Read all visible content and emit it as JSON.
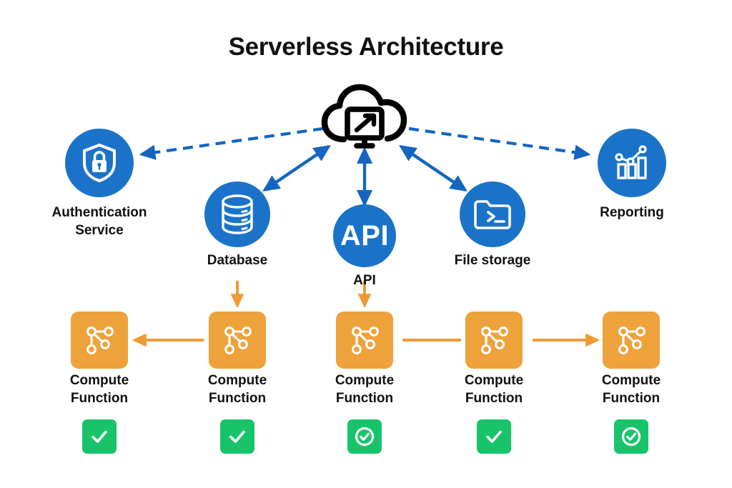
{
  "title": "Serverless Architecture",
  "colors": {
    "blue": "#1a73c8",
    "blue_arrow": "#1565c0",
    "orange": "#eda23c",
    "orange_arrow": "#ef9b35",
    "green": "#18c46a",
    "cloud_outline": "#000000",
    "text": "#111111",
    "background": "#ffffff"
  },
  "cloud": {
    "name": "cloud-platform",
    "icon": "cloud-monitor-arrow-icon"
  },
  "services": [
    {
      "id": "authentication",
      "label": "Authentication\nService",
      "label_line1": "Authentication",
      "label_line2": "Service",
      "icon": "shield-lock-icon",
      "shape": "circle",
      "color": "#1a73c8",
      "link_to_cloud": "dashed-arrow-from-cloud"
    },
    {
      "id": "database",
      "label": "Database",
      "label_line1": "Database",
      "label_line2": "",
      "icon": "database-cylinder-icon",
      "shape": "circle",
      "color": "#1a73c8",
      "link_to_cloud": "solid-double-arrow"
    },
    {
      "id": "api",
      "label": "API",
      "label_line1": "API",
      "label_line2": "",
      "icon": "api-text",
      "icon_text": "API",
      "shape": "circle",
      "color": "#1a73c8",
      "link_to_cloud": "solid-double-arrow"
    },
    {
      "id": "file-storage",
      "label": "File storage",
      "label_line1": "File storage",
      "label_line2": "",
      "icon": "folder-terminal-icon",
      "shape": "circle",
      "color": "#1a73c8",
      "link_to_cloud": "solid-double-arrow"
    },
    {
      "id": "reporting",
      "label": "Reporting",
      "label_line1": "Reporting",
      "label_line2": "",
      "icon": "bar-chart-trend-icon",
      "shape": "circle",
      "color": "#1a73c8",
      "link_to_cloud": "dashed-arrow-to-reporting"
    }
  ],
  "compute_functions": [
    {
      "id": "compute-1",
      "label_line1": "Compute",
      "label_line2": "Function",
      "icon": "node-graph-icon",
      "status_icon": "check-icon"
    },
    {
      "id": "compute-2",
      "label_line1": "Compute",
      "label_line2": "Function",
      "icon": "node-graph-icon",
      "status_icon": "check-icon"
    },
    {
      "id": "compute-3",
      "label_line1": "Compute",
      "label_line2": "Function",
      "icon": "node-graph-icon",
      "status_icon": "check-circle-icon"
    },
    {
      "id": "compute-4",
      "label_line1": "Compute",
      "label_line2": "Function",
      "icon": "node-graph-icon",
      "status_icon": "check-icon"
    },
    {
      "id": "compute-5",
      "label_line1": "Compute",
      "label_line2": "Function",
      "icon": "node-graph-icon",
      "status_icon": "check-circle-icon"
    }
  ],
  "connections": [
    {
      "from": "cloud",
      "to": "authentication",
      "style": "dashed",
      "direction": "one-way",
      "color": "#1565c0"
    },
    {
      "from": "cloud",
      "to": "database",
      "style": "solid",
      "direction": "two-way",
      "color": "#1565c0"
    },
    {
      "from": "cloud",
      "to": "api",
      "style": "solid",
      "direction": "two-way",
      "color": "#1565c0"
    },
    {
      "from": "cloud",
      "to": "file-storage",
      "style": "solid",
      "direction": "two-way",
      "color": "#1565c0"
    },
    {
      "from": "cloud",
      "to": "reporting",
      "style": "dashed",
      "direction": "one-way",
      "color": "#1565c0"
    },
    {
      "from": "database",
      "to": "compute-2",
      "style": "solid",
      "direction": "down",
      "color": "#ef9b35"
    },
    {
      "from": "api",
      "to": "compute-3",
      "style": "solid",
      "direction": "down",
      "color": "#ef9b35"
    },
    {
      "from": "compute-2",
      "to": "compute-1",
      "style": "solid",
      "direction": "left",
      "color": "#ef9b35"
    },
    {
      "from": "compute-3",
      "to": "compute-4",
      "style": "solid",
      "direction": "none",
      "color": "#ef9b35"
    },
    {
      "from": "compute-4",
      "to": "compute-5",
      "style": "solid",
      "direction": "right",
      "color": "#ef9b35"
    }
  ]
}
